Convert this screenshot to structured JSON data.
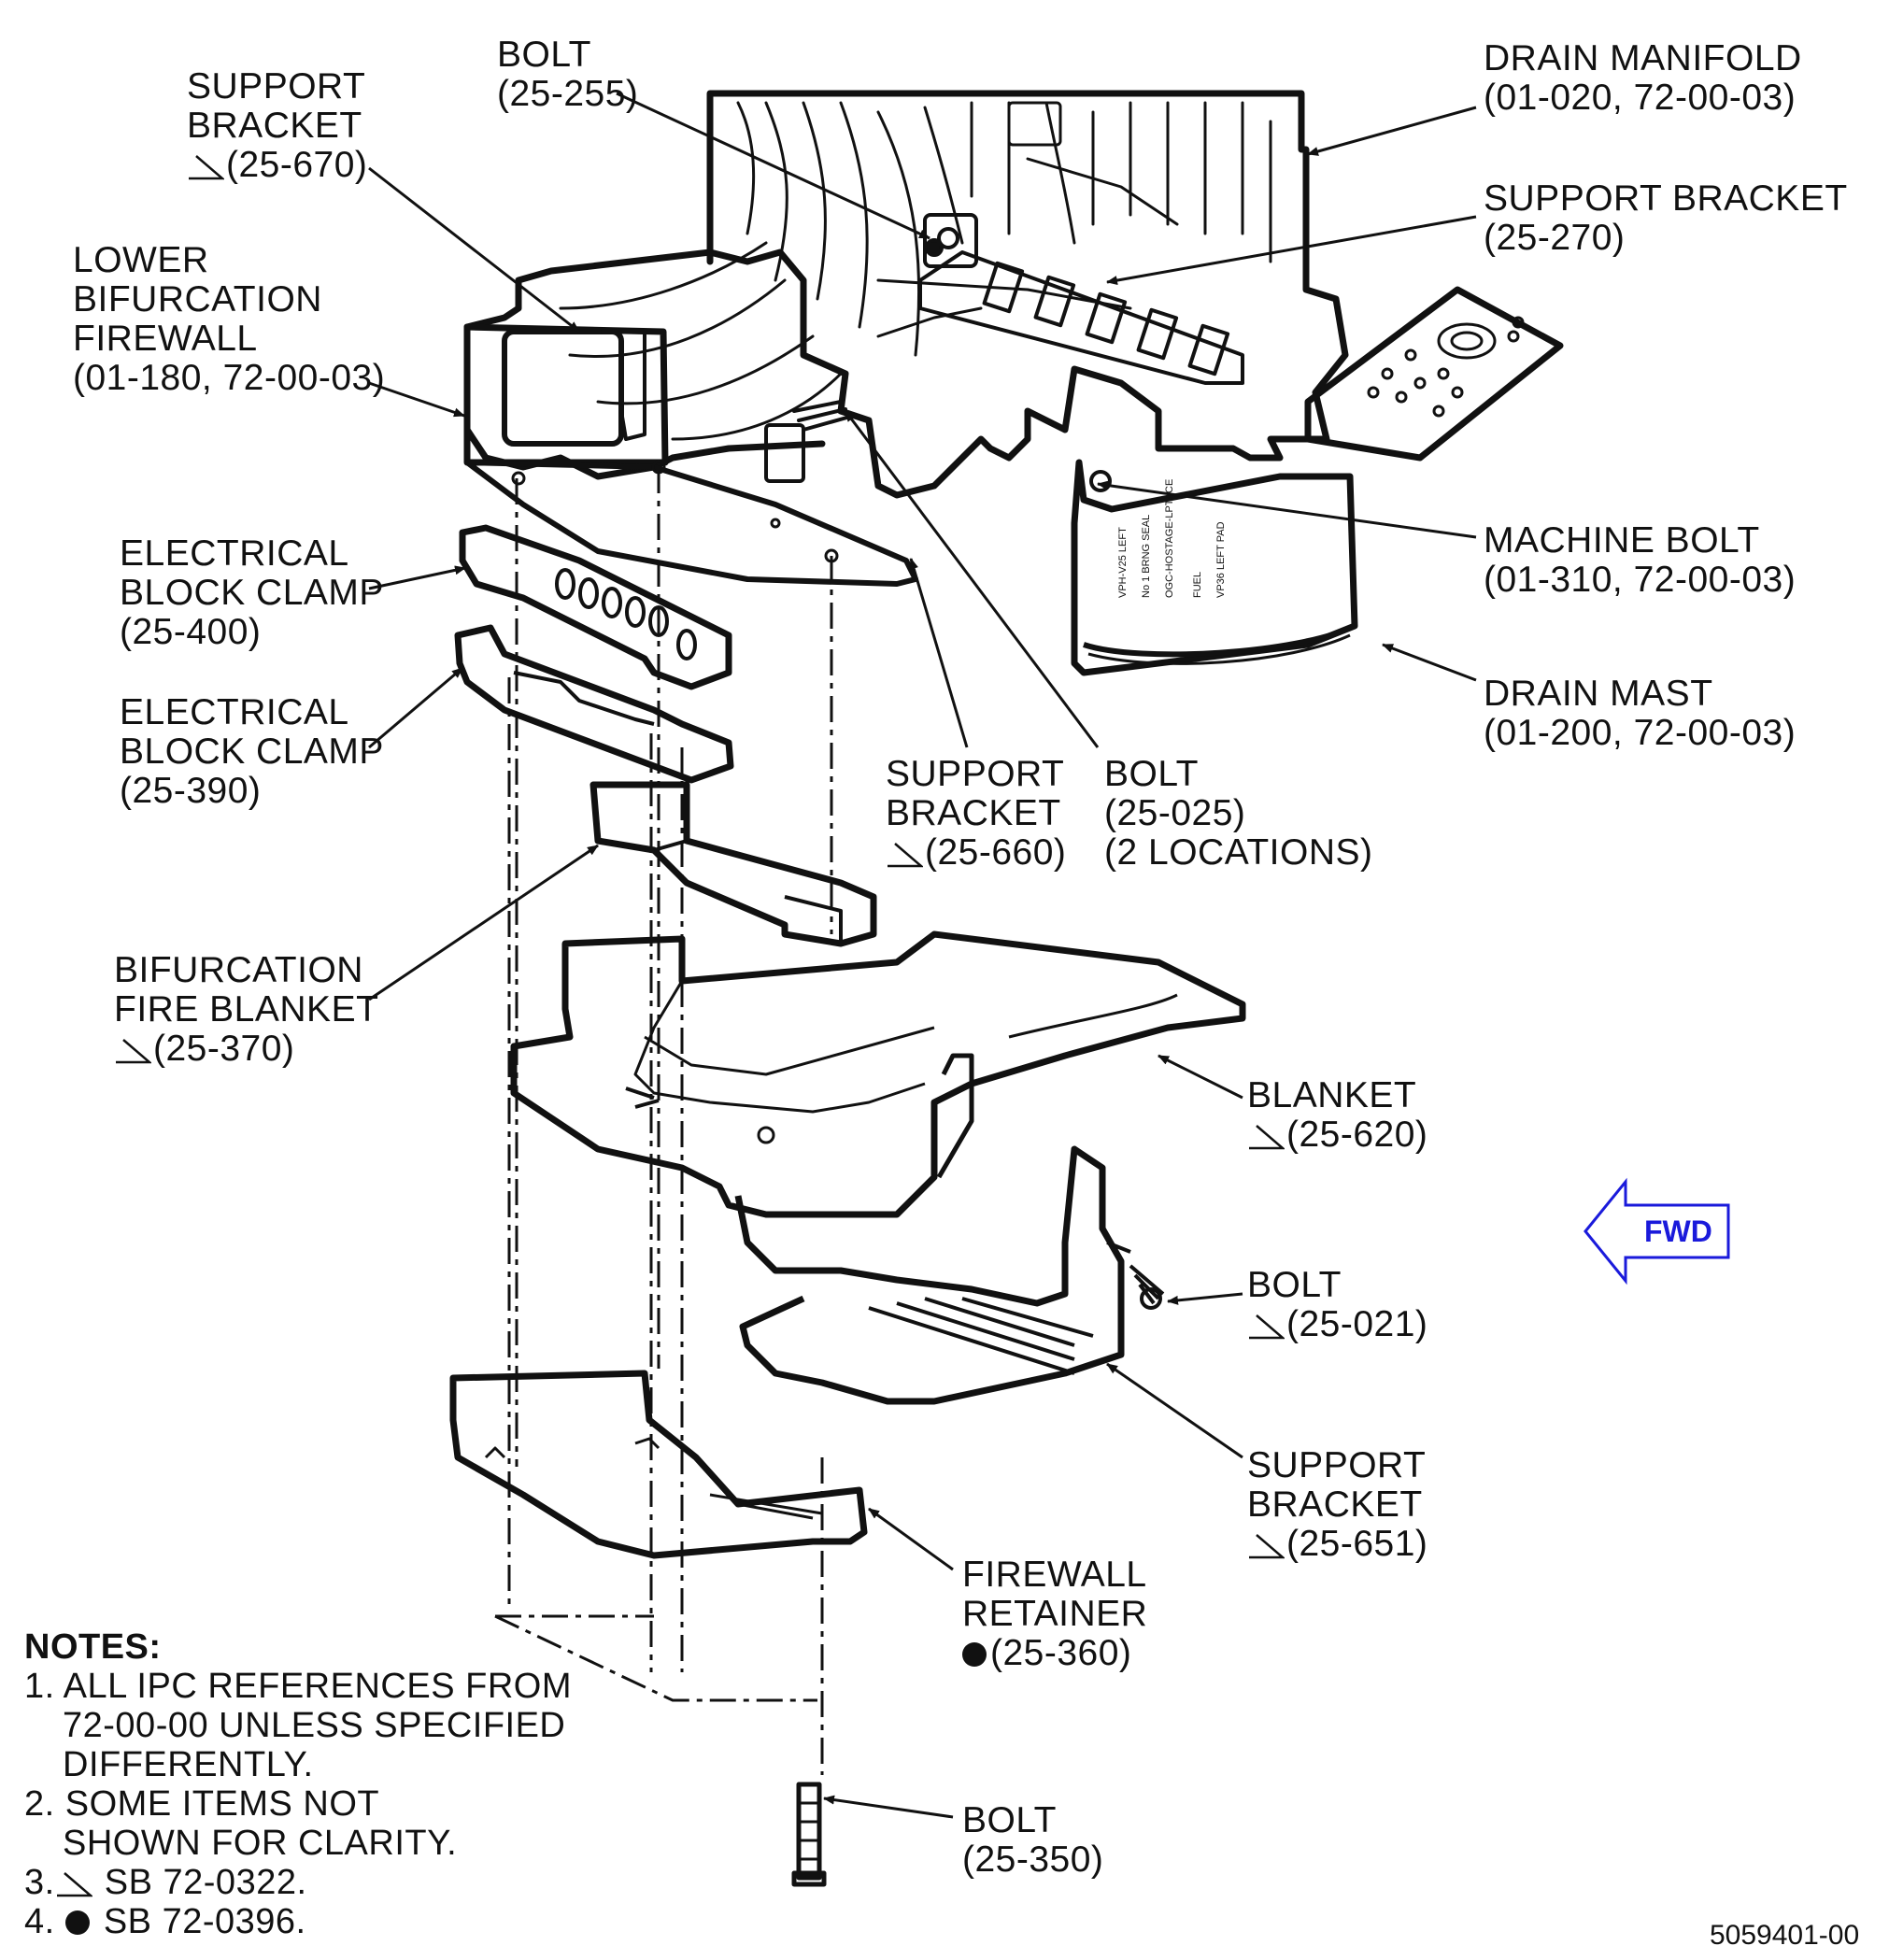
{
  "callouts": {
    "support_bracket_25_670": {
      "lines": [
        "SUPPORT",
        "BRACKET",
        "(25-670)"
      ],
      "marker": "triangle"
    },
    "bolt_25_255": {
      "lines": [
        "BOLT",
        "(25-255)"
      ]
    },
    "drain_manifold": {
      "lines": [
        "DRAIN MANIFOLD",
        "(01-020, 72-00-03)"
      ]
    },
    "support_bracket_25_270": {
      "lines": [
        "SUPPORT BRACKET",
        "(25-270)"
      ]
    },
    "lower_bifurcation_firewall": {
      "lines": [
        "LOWER",
        "BIFURCATION",
        "FIREWALL",
        "(01-180, 72-00-03)"
      ]
    },
    "electrical_block_clamp_25_400": {
      "lines": [
        "ELECTRICAL",
        "BLOCK CLAMP",
        "(25-400)"
      ]
    },
    "electrical_block_clamp_25_390": {
      "lines": [
        "ELECTRICAL",
        "BLOCK CLAMP",
        "(25-390)"
      ]
    },
    "machine_bolt": {
      "lines": [
        "MACHINE BOLT",
        "(01-310, 72-00-03)"
      ]
    },
    "drain_mast": {
      "lines": [
        "DRAIN MAST",
        "(01-200, 72-00-03)"
      ]
    },
    "support_bracket_25_660": {
      "lines": [
        "SUPPORT",
        "BRACKET",
        "(25-660)"
      ],
      "marker": "triangle"
    },
    "bolt_25_025": {
      "lines": [
        "BOLT",
        "(25-025)",
        "(2 LOCATIONS)"
      ]
    },
    "bifurcation_fire_blanket": {
      "lines": [
        "BIFURCATION",
        "FIRE BLANKET",
        "(25-370)"
      ],
      "marker": "triangle"
    },
    "blanket_25_620": {
      "lines": [
        "BLANKET",
        "(25-620)"
      ],
      "marker": "triangle"
    },
    "bolt_25_021": {
      "lines": [
        "BOLT",
        "(25-021)"
      ],
      "marker": "triangle"
    },
    "support_bracket_25_651": {
      "lines": [
        "SUPPORT",
        "BRACKET",
        "(25-651)"
      ],
      "marker": "triangle"
    },
    "firewall_retainer": {
      "lines": [
        "FIREWALL",
        "RETAINER",
        "(25-360)"
      ],
      "marker": "dot"
    },
    "bolt_25_350": {
      "lines": [
        "BOLT",
        "(25-350)"
      ]
    }
  },
  "notes": {
    "heading": "NOTES:",
    "items": [
      {
        "num": "1.",
        "lines": [
          "ALL IPC REFERENCES FROM",
          "72-00-00 UNLESS SPECIFIED",
          "DIFFERENTLY."
        ]
      },
      {
        "num": "2.",
        "lines": [
          "SOME ITEMS NOT",
          "SHOWN FOR CLARITY."
        ]
      },
      {
        "num": "3.",
        "marker": "triangle",
        "text": "SB 72-0322."
      },
      {
        "num": "4.",
        "marker": "dot",
        "text": "SB 72-0396."
      }
    ]
  },
  "fwd_arrow": {
    "label": "FWD",
    "color": "#1a1adb"
  },
  "figure_id": "5059401-00",
  "drain_mast_stencil": [
    "VPH-V25 LEFT",
    "No 1 BRNG SEAL",
    "OGC-HOSTAGE-LPTACE",
    "FUEL",
    "VP36 LEFT PAD"
  ]
}
